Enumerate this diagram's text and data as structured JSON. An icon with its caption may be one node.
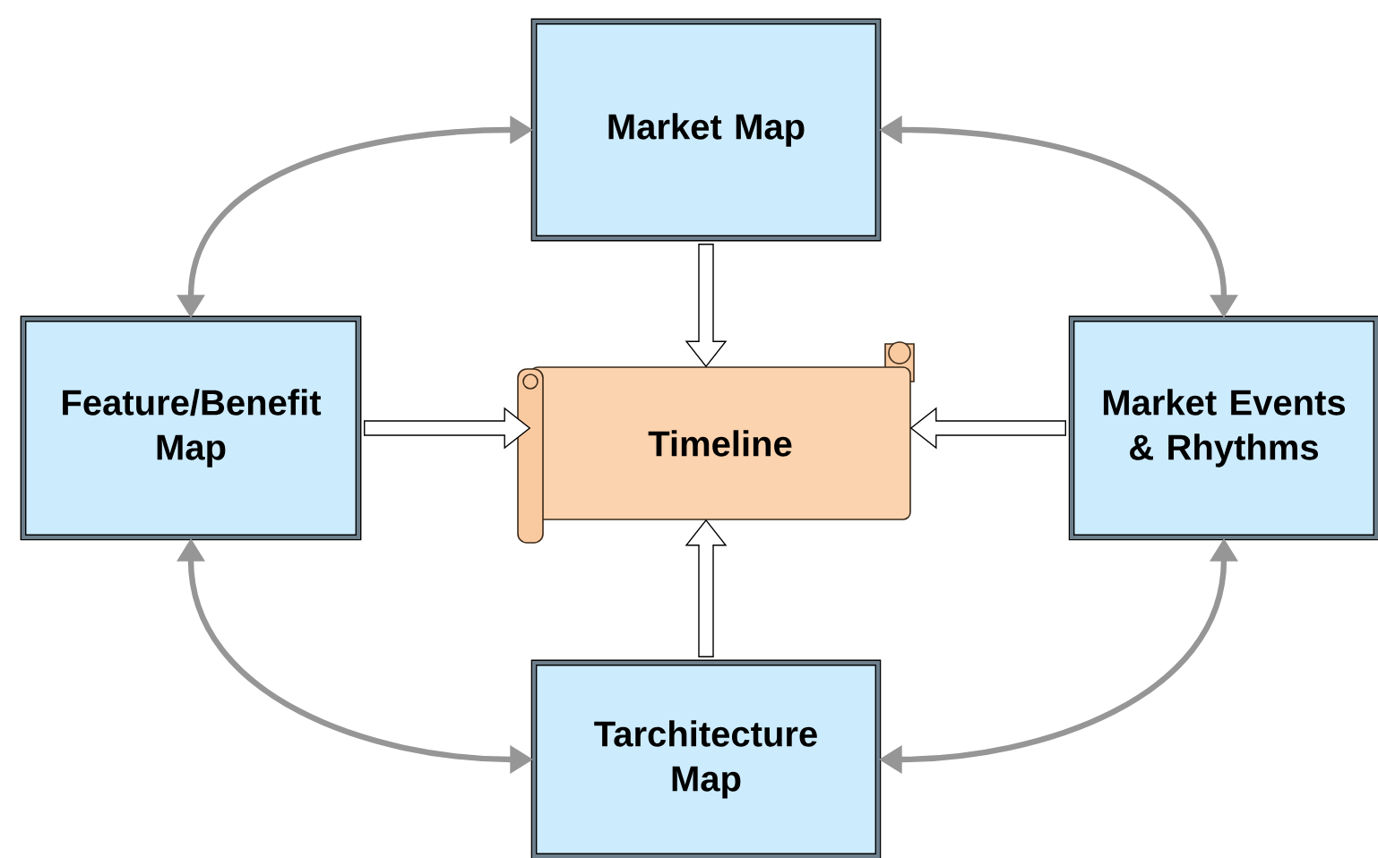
{
  "diagram": {
    "nodes": [
      {
        "text": [
          "Market Map"
        ]
      },
      {
        "text": [
          "Feature/Benefit Map"
        ]
      },
      {
        "text": [
          "Timeline"
        ]
      },
      {
        "text": [
          "Market Events & Rhythms"
        ]
      },
      {
        "text": [
          "Tarchitecture Map"
        ]
      }
    ],
    "edges": [
      {
        "from": 0,
        "to": 1,
        "arrow": "both",
        "color": "#969696"
      },
      {
        "from": 0,
        "to": 3,
        "arrow": "both",
        "color": "#969696"
      },
      {
        "from": 1,
        "to": 4,
        "arrow": "both",
        "color": "#969696"
      },
      {
        "from": 3,
        "to": 4,
        "arrow": "both",
        "color": "#969696"
      },
      {
        "from": 0,
        "to": 2,
        "arrow": "to"
      },
      {
        "from": 1,
        "to": 2,
        "arrow": "to"
      },
      {
        "from": 3,
        "to": 2,
        "arrow": "to"
      },
      {
        "from": 4,
        "to": 2,
        "arrow": "to"
      }
    ]
  }
}
